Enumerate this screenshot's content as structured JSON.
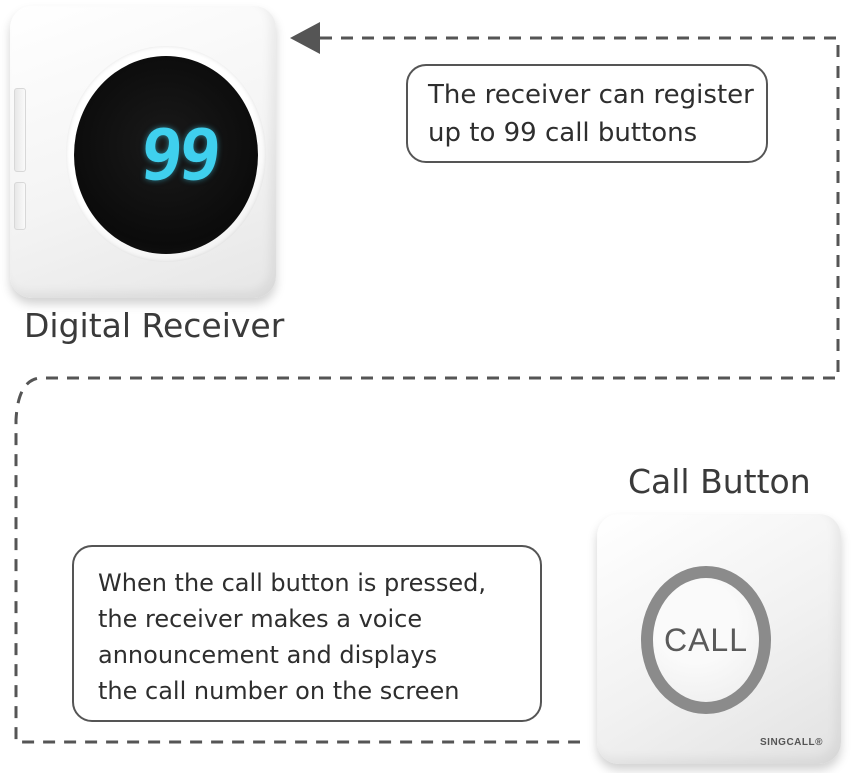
{
  "receiver": {
    "display_value": "99",
    "label": "Digital Receiver"
  },
  "receiver_callout": {
    "lines": [
      "The receiver can register",
      "up to 99 call buttons"
    ]
  },
  "call_button": {
    "label": "Call Button",
    "button_text": "CALL",
    "brand": "SINGCALL®"
  },
  "call_button_callout": {
    "lines": [
      "When the call button is pressed,",
      "the receiver makes a voice",
      "announcement and displays",
      "the call number on the screen"
    ]
  },
  "colors": {
    "digit": "#3fd0ee",
    "line": "#555555",
    "text": "#2e2e2e"
  }
}
